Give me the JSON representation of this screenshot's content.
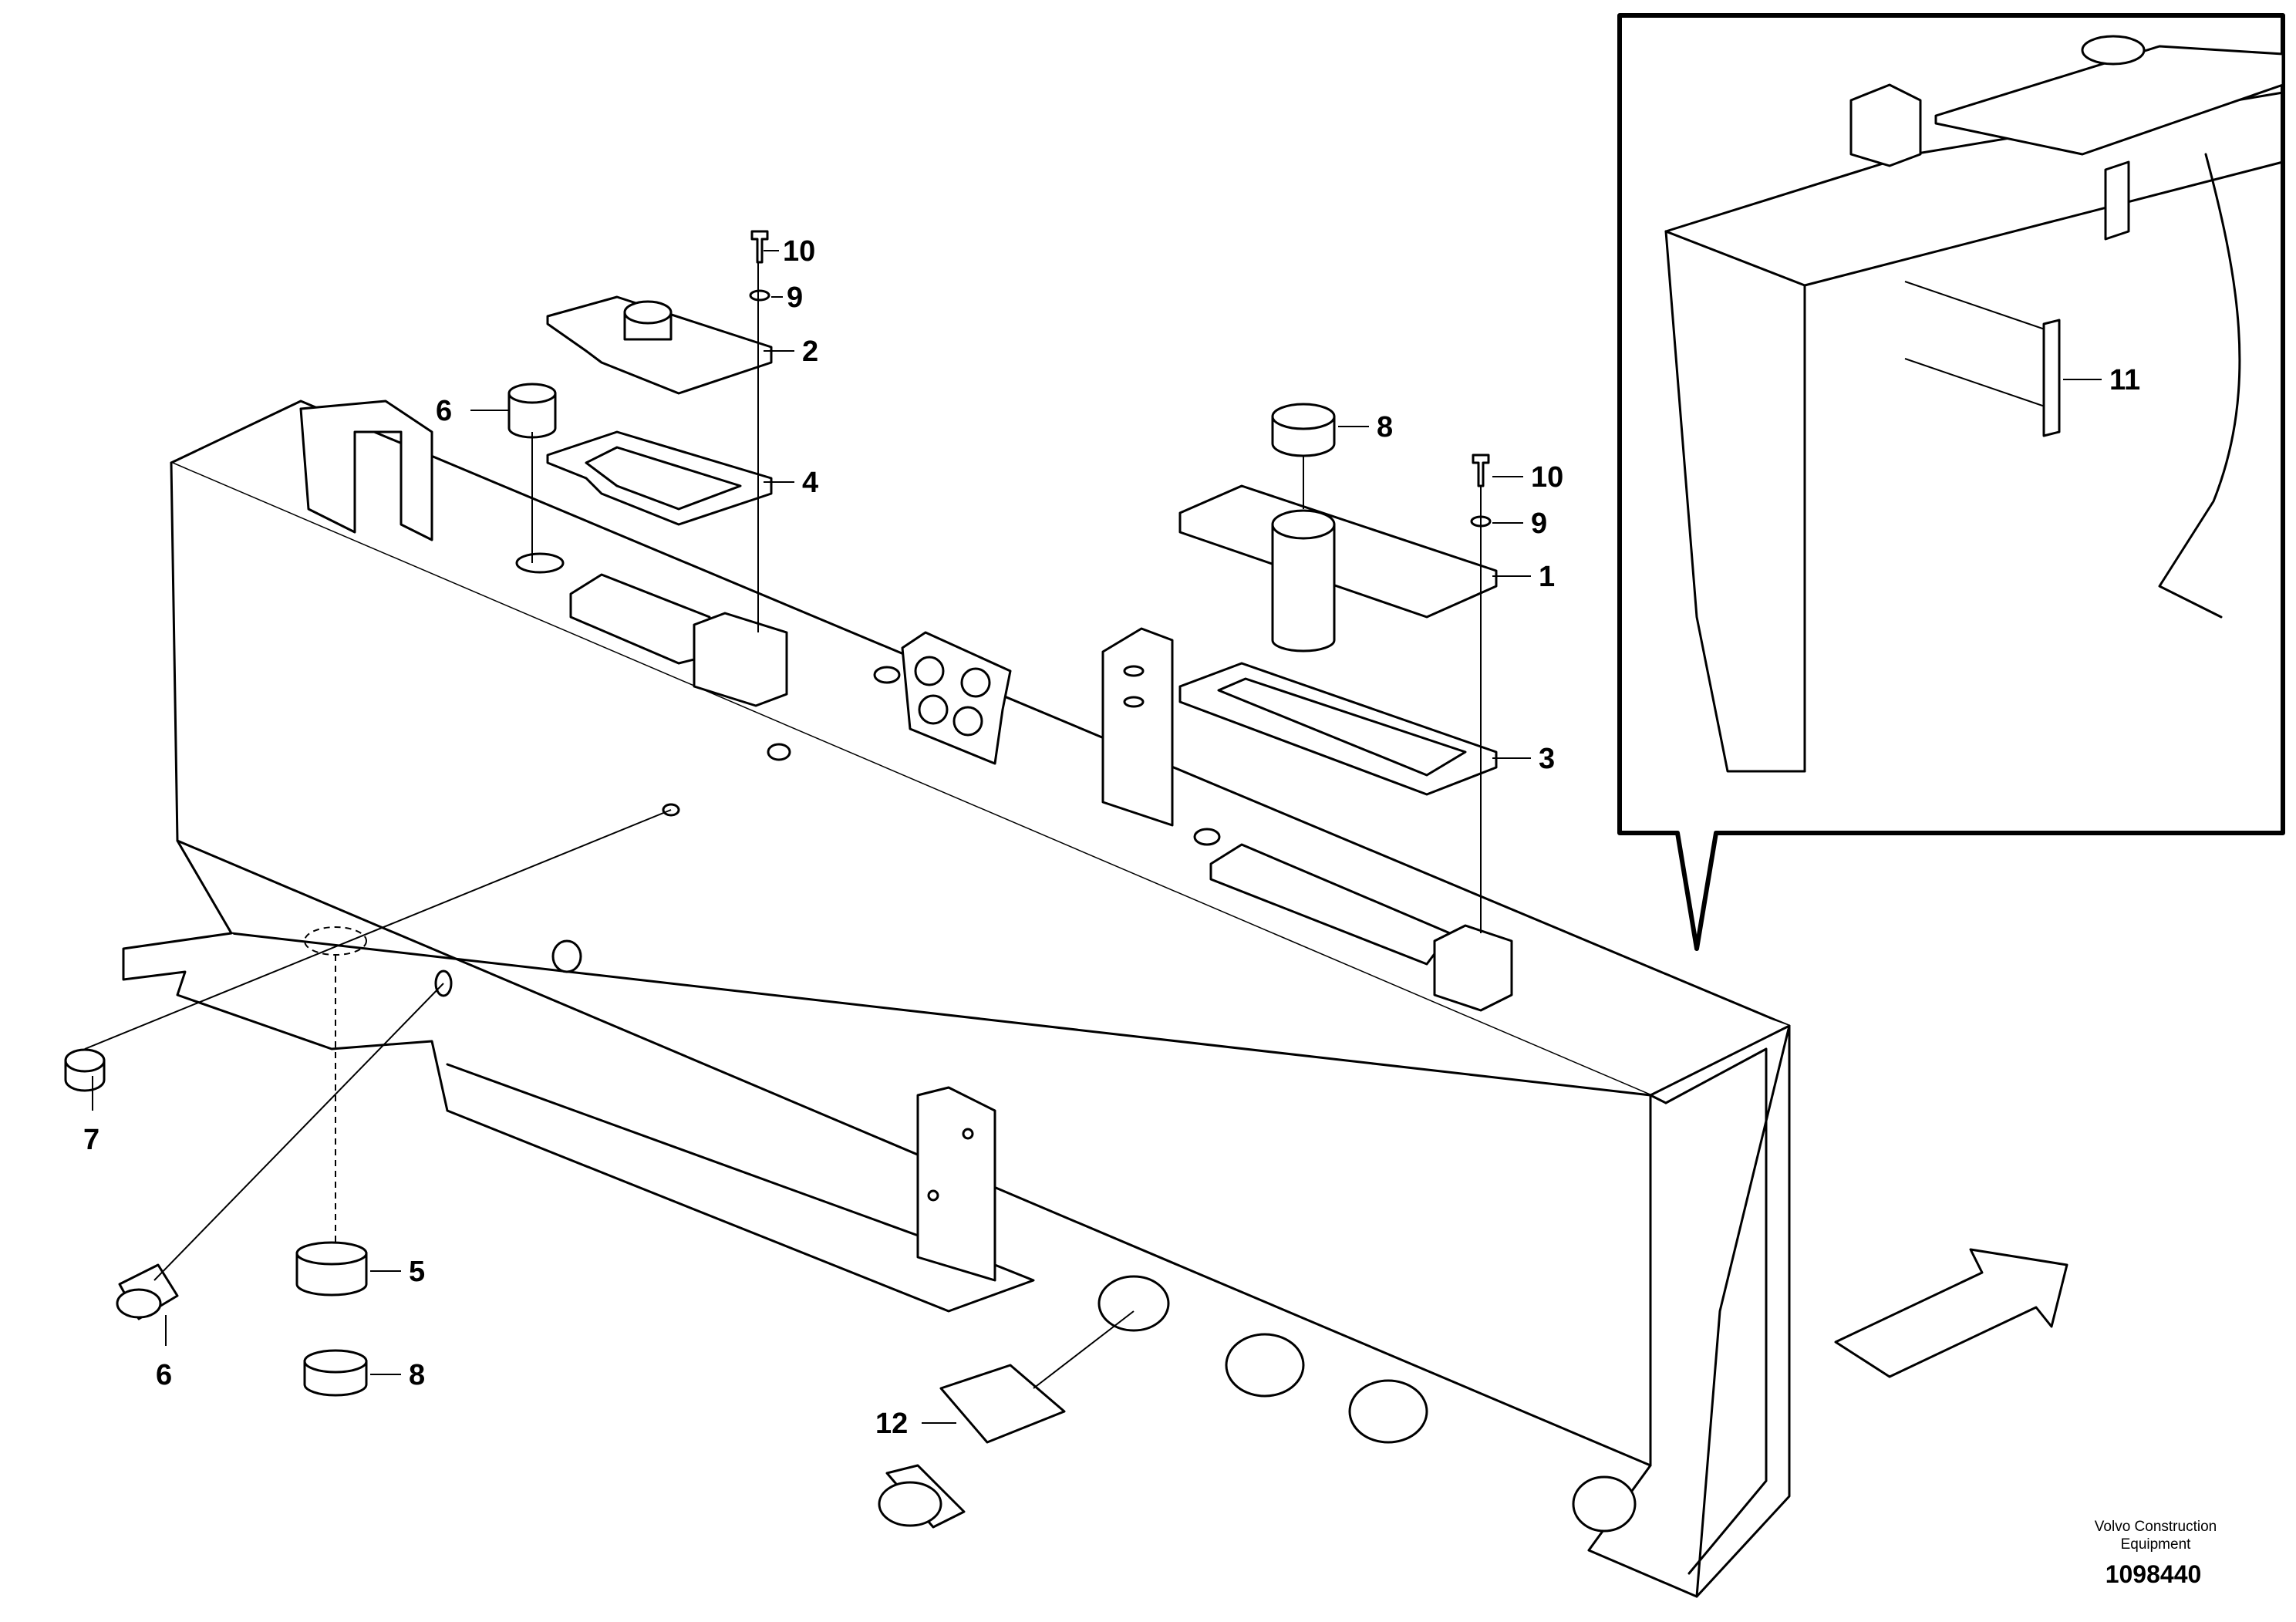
{
  "diagram": {
    "callouts": [
      {
        "id": "c-10a",
        "text": "10"
      },
      {
        "id": "c-9a",
        "text": "9"
      },
      {
        "id": "c-2",
        "text": "2"
      },
      {
        "id": "c-6a",
        "text": "6"
      },
      {
        "id": "c-4",
        "text": "4"
      },
      {
        "id": "c-8a",
        "text": "8"
      },
      {
        "id": "c-10b",
        "text": "10"
      },
      {
        "id": "c-9b",
        "text": "9"
      },
      {
        "id": "c-1",
        "text": "1"
      },
      {
        "id": "c-3",
        "text": "3"
      },
      {
        "id": "c-11",
        "text": "11"
      },
      {
        "id": "c-7",
        "text": "7"
      },
      {
        "id": "c-5",
        "text": "5"
      },
      {
        "id": "c-6b",
        "text": "6"
      },
      {
        "id": "c-8b",
        "text": "8"
      },
      {
        "id": "c-12",
        "text": "12"
      }
    ]
  },
  "footer": {
    "company_line1": "Volvo Construction",
    "company_line2": "Equipment",
    "drawing_number": "1098440"
  }
}
